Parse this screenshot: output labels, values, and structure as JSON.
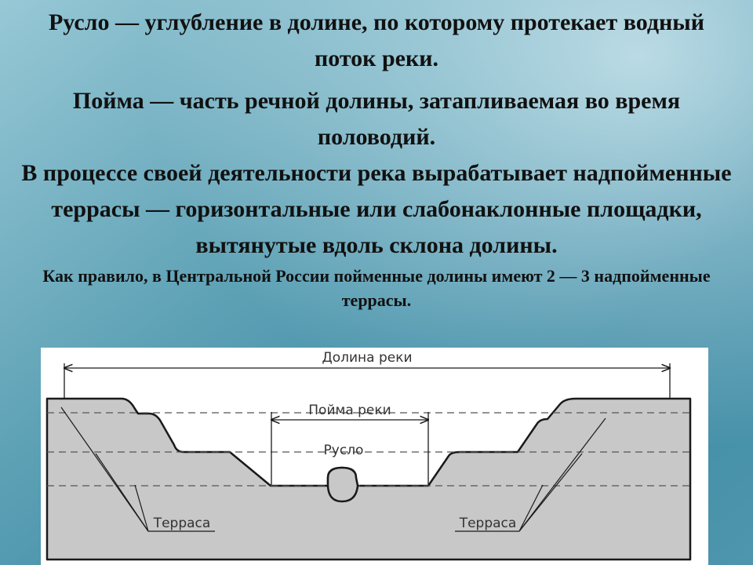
{
  "text": {
    "p1": "Русло — углубление в долине, по которому протекает водный поток реки.",
    "p2": "Пойма — часть речной долины, затапливаемая во время половодий.",
    "p3": "В процессе своей деятельности река вырабатывает надпойменные террасы — горизонтальные или слабонаклонные площадки, вытянутые вдоль склона долины.",
    "p4": "Как правило, в Центральной России пойменные долины имеют 2 — 3 надпойменные террасы."
  },
  "diagram": {
    "valley_label": "Долина реки",
    "floodplain_label": "Пойма реки",
    "channel_label": "Русло",
    "terrace_left_label": "Терраса",
    "terrace_right_label": "Терраса",
    "colors": {
      "ground": "#c8c8c8",
      "outline": "#1a1a1a",
      "dashed": "#555555"
    }
  }
}
